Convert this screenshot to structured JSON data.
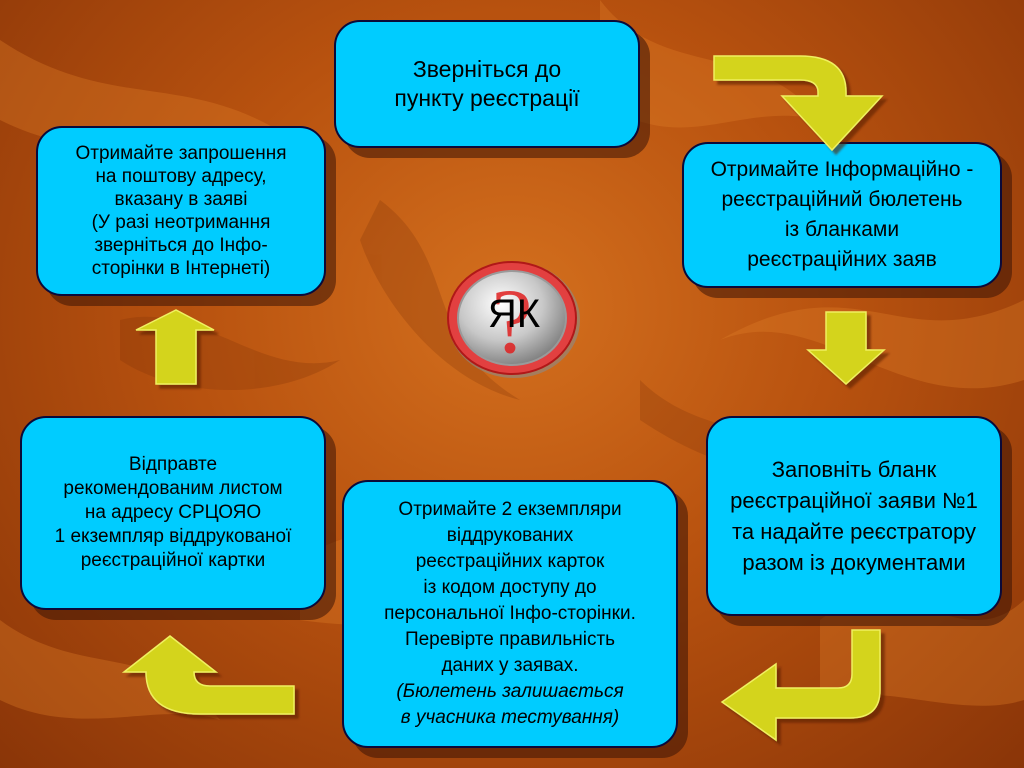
{
  "steps": {
    "register_point": "Зверніться до\nпункту реєстрації",
    "get_bulletin": "Отримайте Інформаційно -\nреєстраційний бюлетень\nіз бланками\nреєстраційних заяв",
    "fill_form": "Заповніть бланк\nреєстраційної заяви №1\nта надайте реєстратору\nразом із документами",
    "get_cards": "Отримайте 2 екземпляри\nвіддрукованих\nреєстраційних карток\nіз кодом доступу до\nперсональної Інфо-сторінки.\nПеревірте правильність\nданих у заявах.",
    "get_cards_note": "(Бюлетень залишається\nв учасника тестування)",
    "send_letter": "Відправте\nрекомендованим листом\nна адресу СРЦОЯО\n1 екземпляр віддрукованої\nреєстраційної картки",
    "get_invitation": "Отримайте запрошення\nна поштову адресу,\nвказану в заяві\n(У разі неотримання\nзверніться до Інфо-\nсторінки в Інтернеті)"
  },
  "center": {
    "label": "ЯК",
    "symbol": "?"
  },
  "colors": {
    "box_fill": "#00ccff",
    "arrow_fill": "#d4d41c",
    "background": "#b8520f",
    "question_mark": "#e02020"
  }
}
